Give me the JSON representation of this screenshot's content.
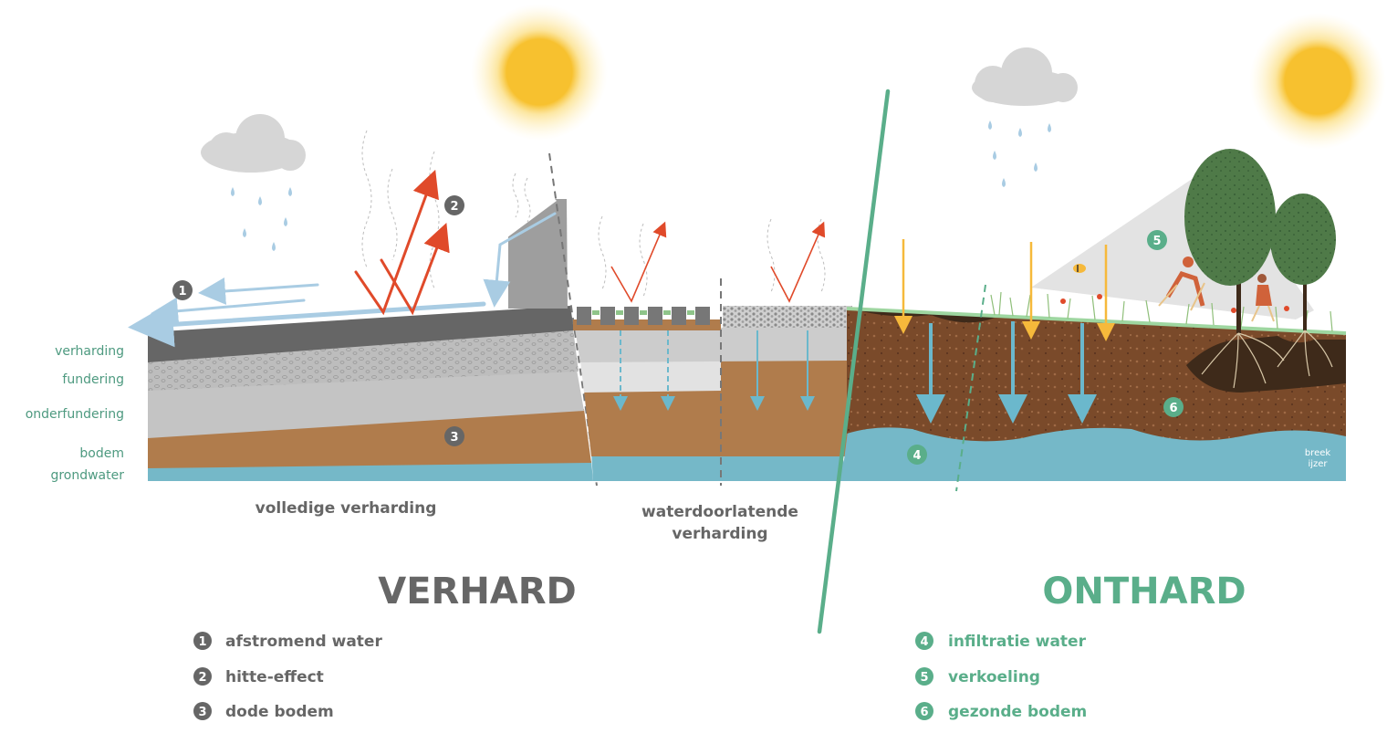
{
  "layers": [
    "verharding",
    "fundering",
    "onderfundering",
    "bodem",
    "grondwater"
  ],
  "captions": {
    "full": "volledige verharding",
    "permeable_1": "waterdoorlatende",
    "permeable_2": "verharding"
  },
  "titles": {
    "left": "VERHARD",
    "right": "ONTHARD",
    "left_color": "#666666",
    "right_color": "#5aae8a"
  },
  "legend_left": [
    {
      "num": "1",
      "text": "afstromend water"
    },
    {
      "num": "2",
      "text": "hitte-effect"
    },
    {
      "num": "3",
      "text": "dode bodem"
    }
  ],
  "legend_right": [
    {
      "num": "4",
      "text": "infiltratie water"
    },
    {
      "num": "5",
      "text": "verkoeling"
    },
    {
      "num": "6",
      "text": "gezonde bodem"
    }
  ],
  "badges": {
    "b1": "1",
    "b2": "2",
    "b3": "3",
    "b4": "4",
    "b5": "5",
    "b6": "6"
  },
  "brand": {
    "line1": "breek",
    "line2": "ijzer"
  },
  "colors": {
    "grey_badge": "#666666",
    "green_badge": "#5aae8a",
    "heat_arrow": "#e04a2a",
    "rain_arrow": "#a9cce3",
    "sun_arrow": "#f6b93b",
    "infiltration": "#6bb8cc",
    "soil_dead": "#b07c4c",
    "soil_healthy": "#7a4a2a",
    "groundwater": "#75b8c8"
  }
}
